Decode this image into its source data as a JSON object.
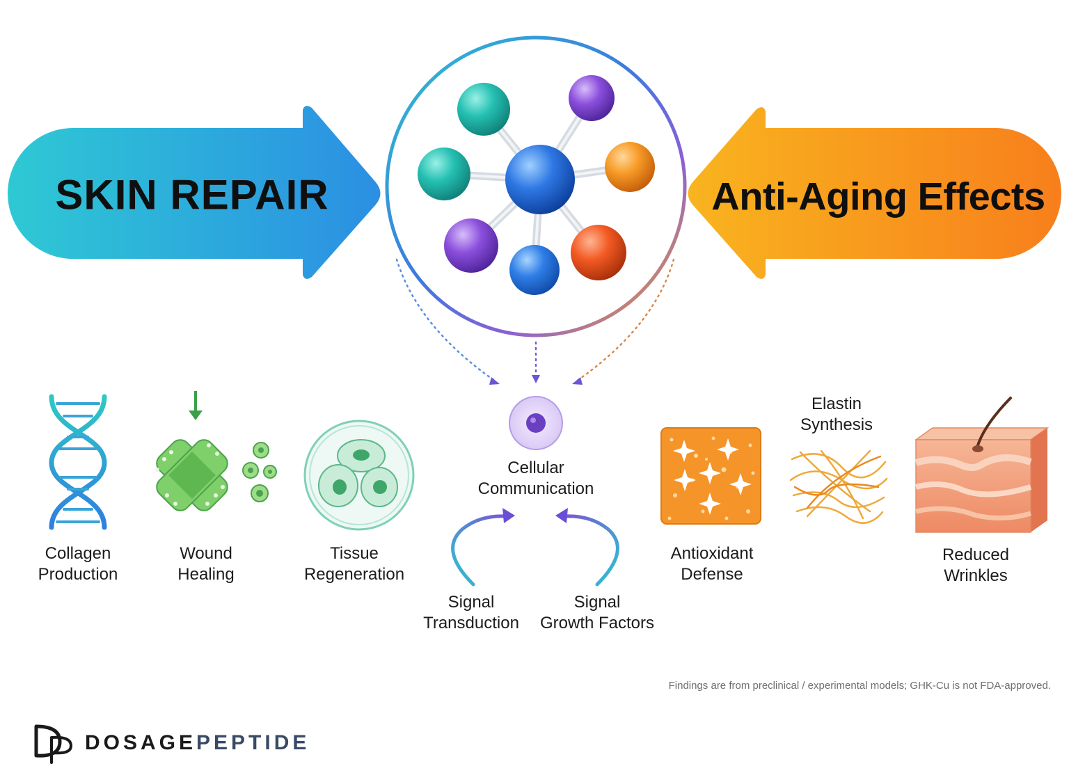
{
  "banners": {
    "left": {
      "title": "SKIN REPAIR",
      "colors": [
        "#2ec9d4",
        "#2b8fe3"
      ]
    },
    "right": {
      "title": "Anti-Aging Effects",
      "colors": [
        "#f9b41f",
        "#f77f1c"
      ]
    }
  },
  "center": {
    "cell_label": [
      "Cellular",
      "Communication"
    ],
    "signal_left": [
      "Signal",
      "Transduction"
    ],
    "signal_right": [
      "Signal",
      "Growth Factors"
    ]
  },
  "repair_items": [
    {
      "label": [
        "Collagen",
        "Production"
      ],
      "icon": "dna-icon"
    },
    {
      "label": [
        "Wound",
        "Healing"
      ],
      "icon": "bandage-icon"
    },
    {
      "label": [
        "Tissue",
        "Regeneration"
      ],
      "icon": "cells-icon"
    }
  ],
  "aging_items": [
    {
      "label": [
        "Antioxidant",
        "Defense"
      ],
      "icon": "antioxidant-icon"
    },
    {
      "label": [
        "Elastin",
        "Synthesis"
      ],
      "icon": "elastin-fibers-icon"
    },
    {
      "label": [
        "Reduced",
        "Wrinkles"
      ],
      "icon": "skin-layer-icon"
    }
  ],
  "disclaimer": "Findings are from preclinical / experimental models; GHK-Cu is not FDA-approved.",
  "brand": {
    "part1": "DOSAGE",
    "part2": "PEPTIDE",
    "logo_icon": "dp-monogram-icon"
  }
}
